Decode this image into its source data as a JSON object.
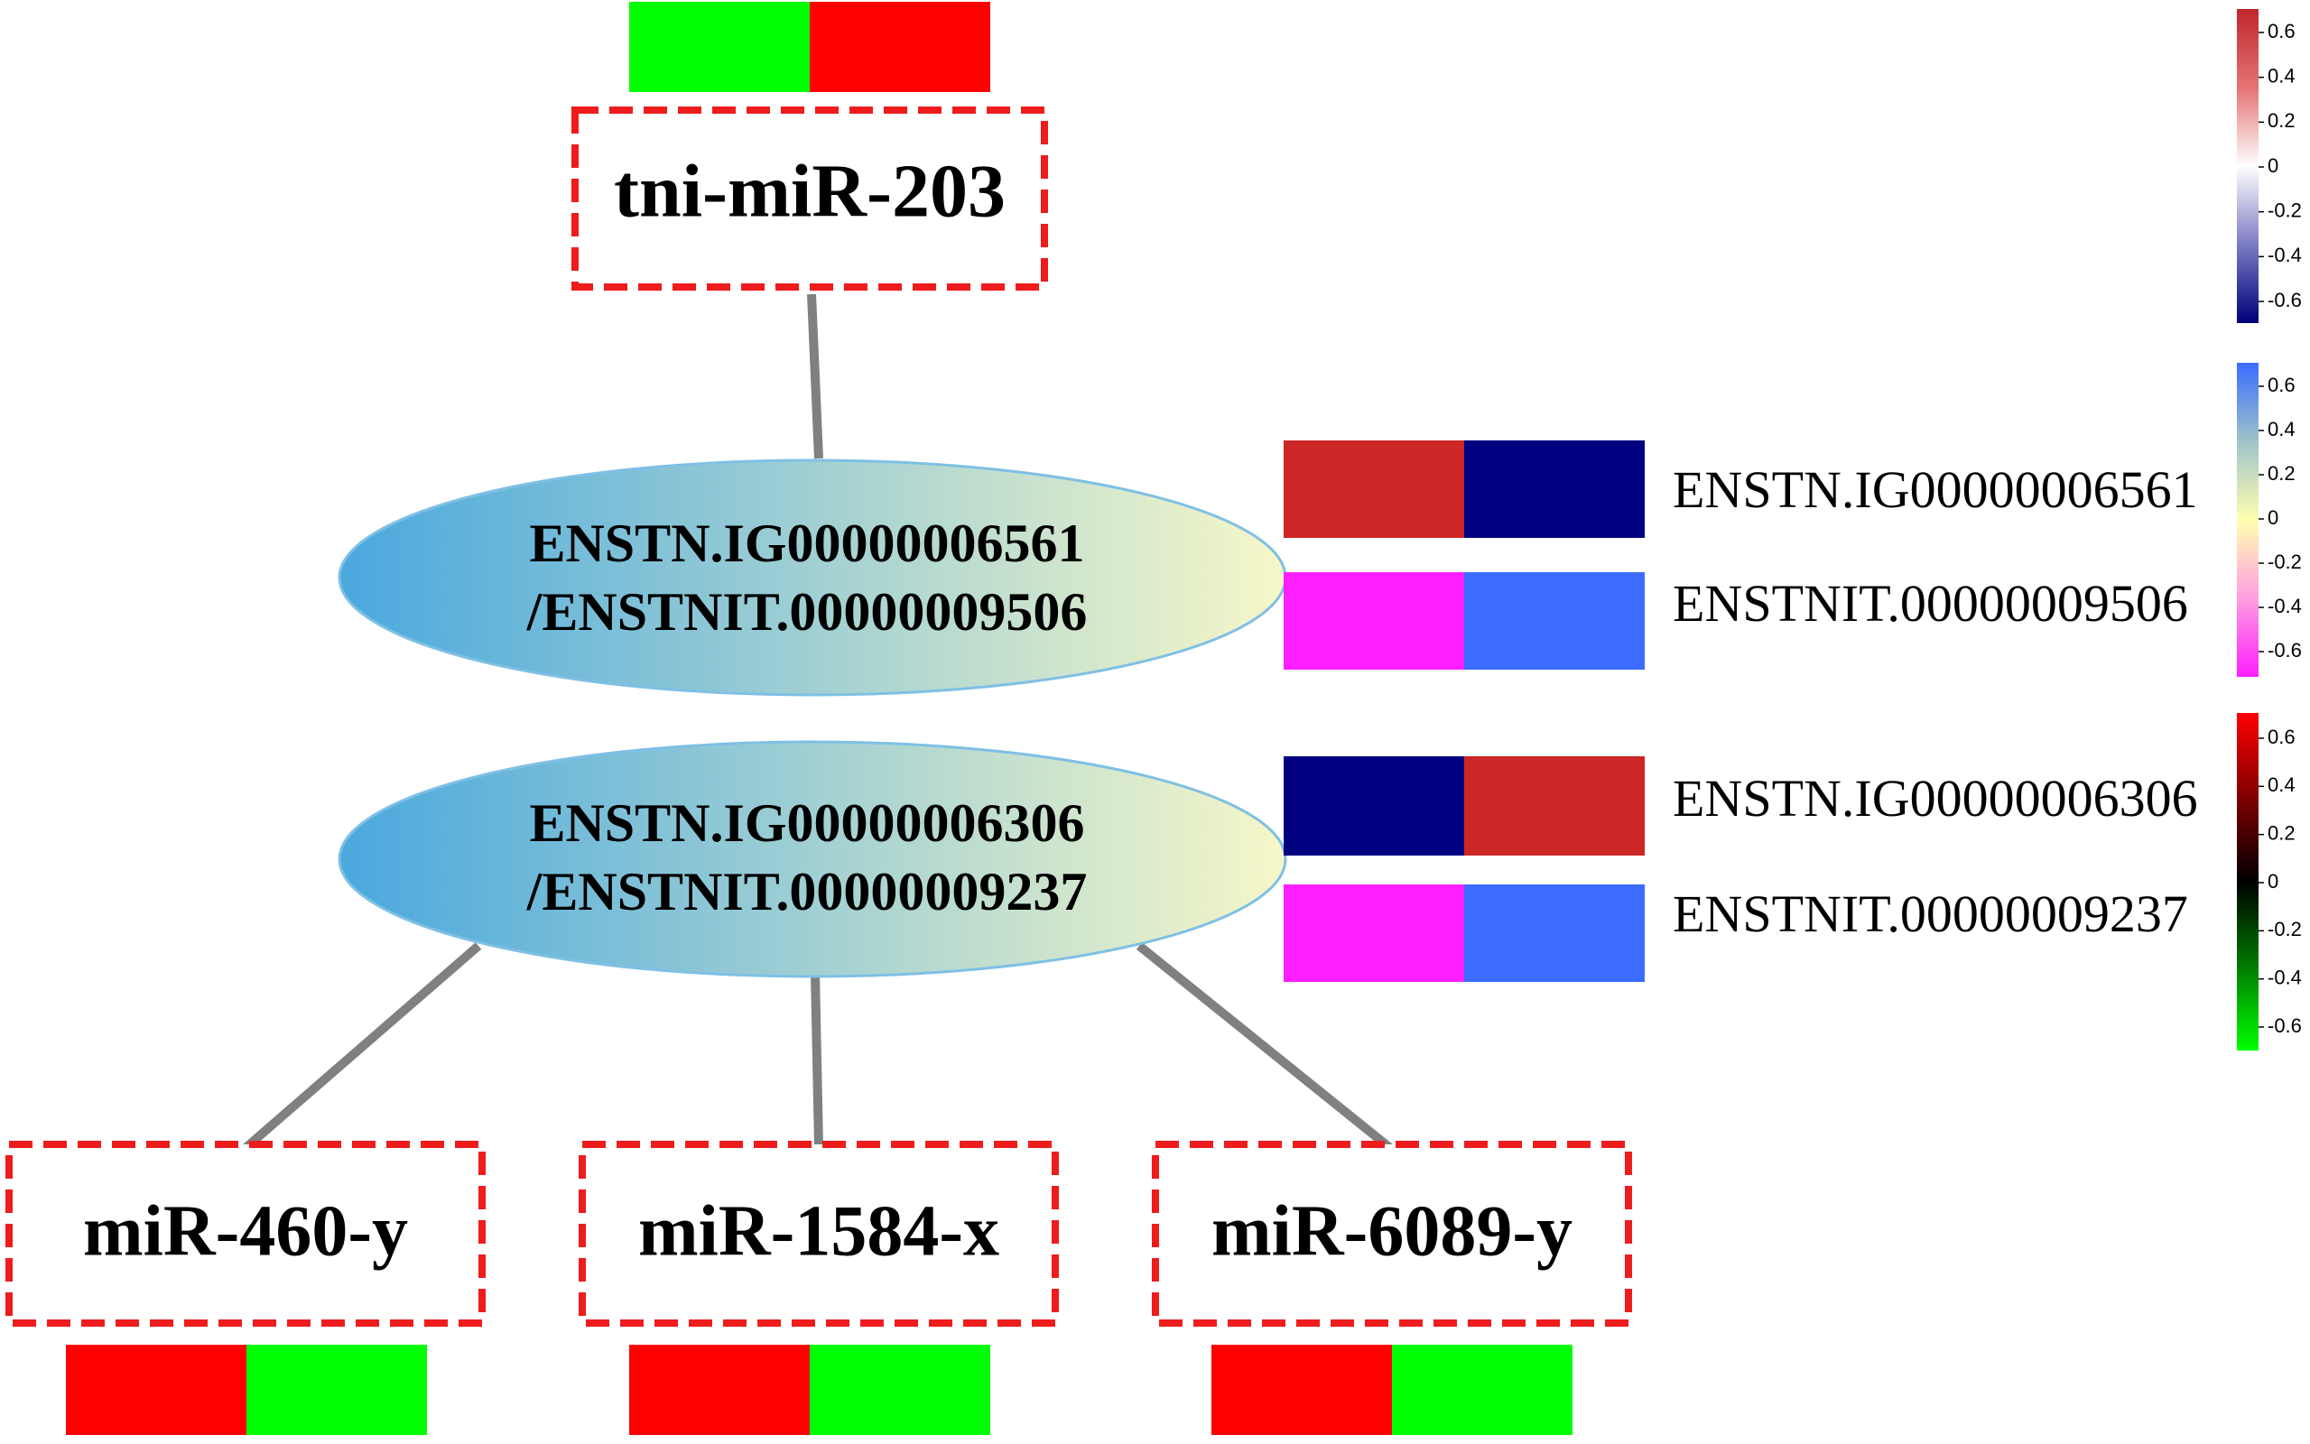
{
  "mirna_nodes": [
    {
      "id": "tni-miR-203",
      "label": "tni-miR-203",
      "heat": [
        "#00ff00",
        "#ff0000"
      ]
    },
    {
      "id": "miR-460-y",
      "label": "miR-460-y",
      "heat": [
        "#ff0000",
        "#00ff00"
      ]
    },
    {
      "id": "miR-1584-x",
      "label": "miR-1584-x",
      "heat": [
        "#ff0000",
        "#00ff00"
      ]
    },
    {
      "id": "miR-6089-y",
      "label": "miR-6089-y",
      "heat": [
        "#ff0000",
        "#00ff00"
      ]
    }
  ],
  "pair_nodes": [
    {
      "id": "pair-6561",
      "line1": "ENSTN.IG00000006561",
      "line2": "/ENSTNIT.00000009506",
      "rows": [
        {
          "label": "ENSTN.IG00000006561",
          "heat": [
            "#cc2626",
            "#000080"
          ]
        },
        {
          "label": "ENSTNIT.00000009506",
          "heat": [
            "#ff1eff",
            "#3b6cff"
          ]
        }
      ]
    },
    {
      "id": "pair-6306",
      "line1": "ENSTN.IG00000006306",
      "line2": "/ENSTNIT.00000009237",
      "rows": [
        {
          "label": "ENSTN.IG00000006306",
          "heat": [
            "#000080",
            "#cc2626"
          ]
        },
        {
          "label": "ENSTNIT.00000009237",
          "heat": [
            "#ff1eff",
            "#3b6cff"
          ]
        }
      ]
    }
  ],
  "edges": [
    {
      "from": "tni-miR-203",
      "to": "pair-6561"
    },
    {
      "from": "pair-6306",
      "to": "miR-460-y"
    },
    {
      "from": "pair-6306",
      "to": "miR-1584-x"
    },
    {
      "from": "pair-6306",
      "to": "miR-6089-y"
    }
  ],
  "colors": {
    "dash_border": "#ee1c1c",
    "edge": "#808080",
    "ellipse_left": "#4aa8de",
    "ellipse_right": "#f7f7c8",
    "ellipse_stroke": "#7fc0e4"
  },
  "legends": [
    {
      "id": "legend-red-blue",
      "ticks": [
        "0.6",
        "0.4",
        "0.2",
        "0",
        "-0.2",
        "-0.4",
        "-0.6"
      ],
      "colors": [
        "#c0262b",
        "#e57373",
        "#ffffff",
        "#7b7bc4",
        "#00007a"
      ]
    },
    {
      "id": "legend-blue-magenta",
      "ticks": [
        "0.6",
        "0.4",
        "0.2",
        "0",
        "-0.2",
        "-0.4",
        "-0.6"
      ],
      "colors": [
        "#3b6cff",
        "#9ec3c9",
        "#ffffb0",
        "#ff9ee0",
        "#ff1eff"
      ]
    },
    {
      "id": "legend-red-green",
      "ticks": [
        "0.6",
        "0.4",
        "0.2",
        "0",
        "-0.2",
        "-0.4",
        "-0.6"
      ],
      "colors": [
        "#ff0000",
        "#800000",
        "#000000",
        "#007a00",
        "#00ff00"
      ]
    }
  ]
}
